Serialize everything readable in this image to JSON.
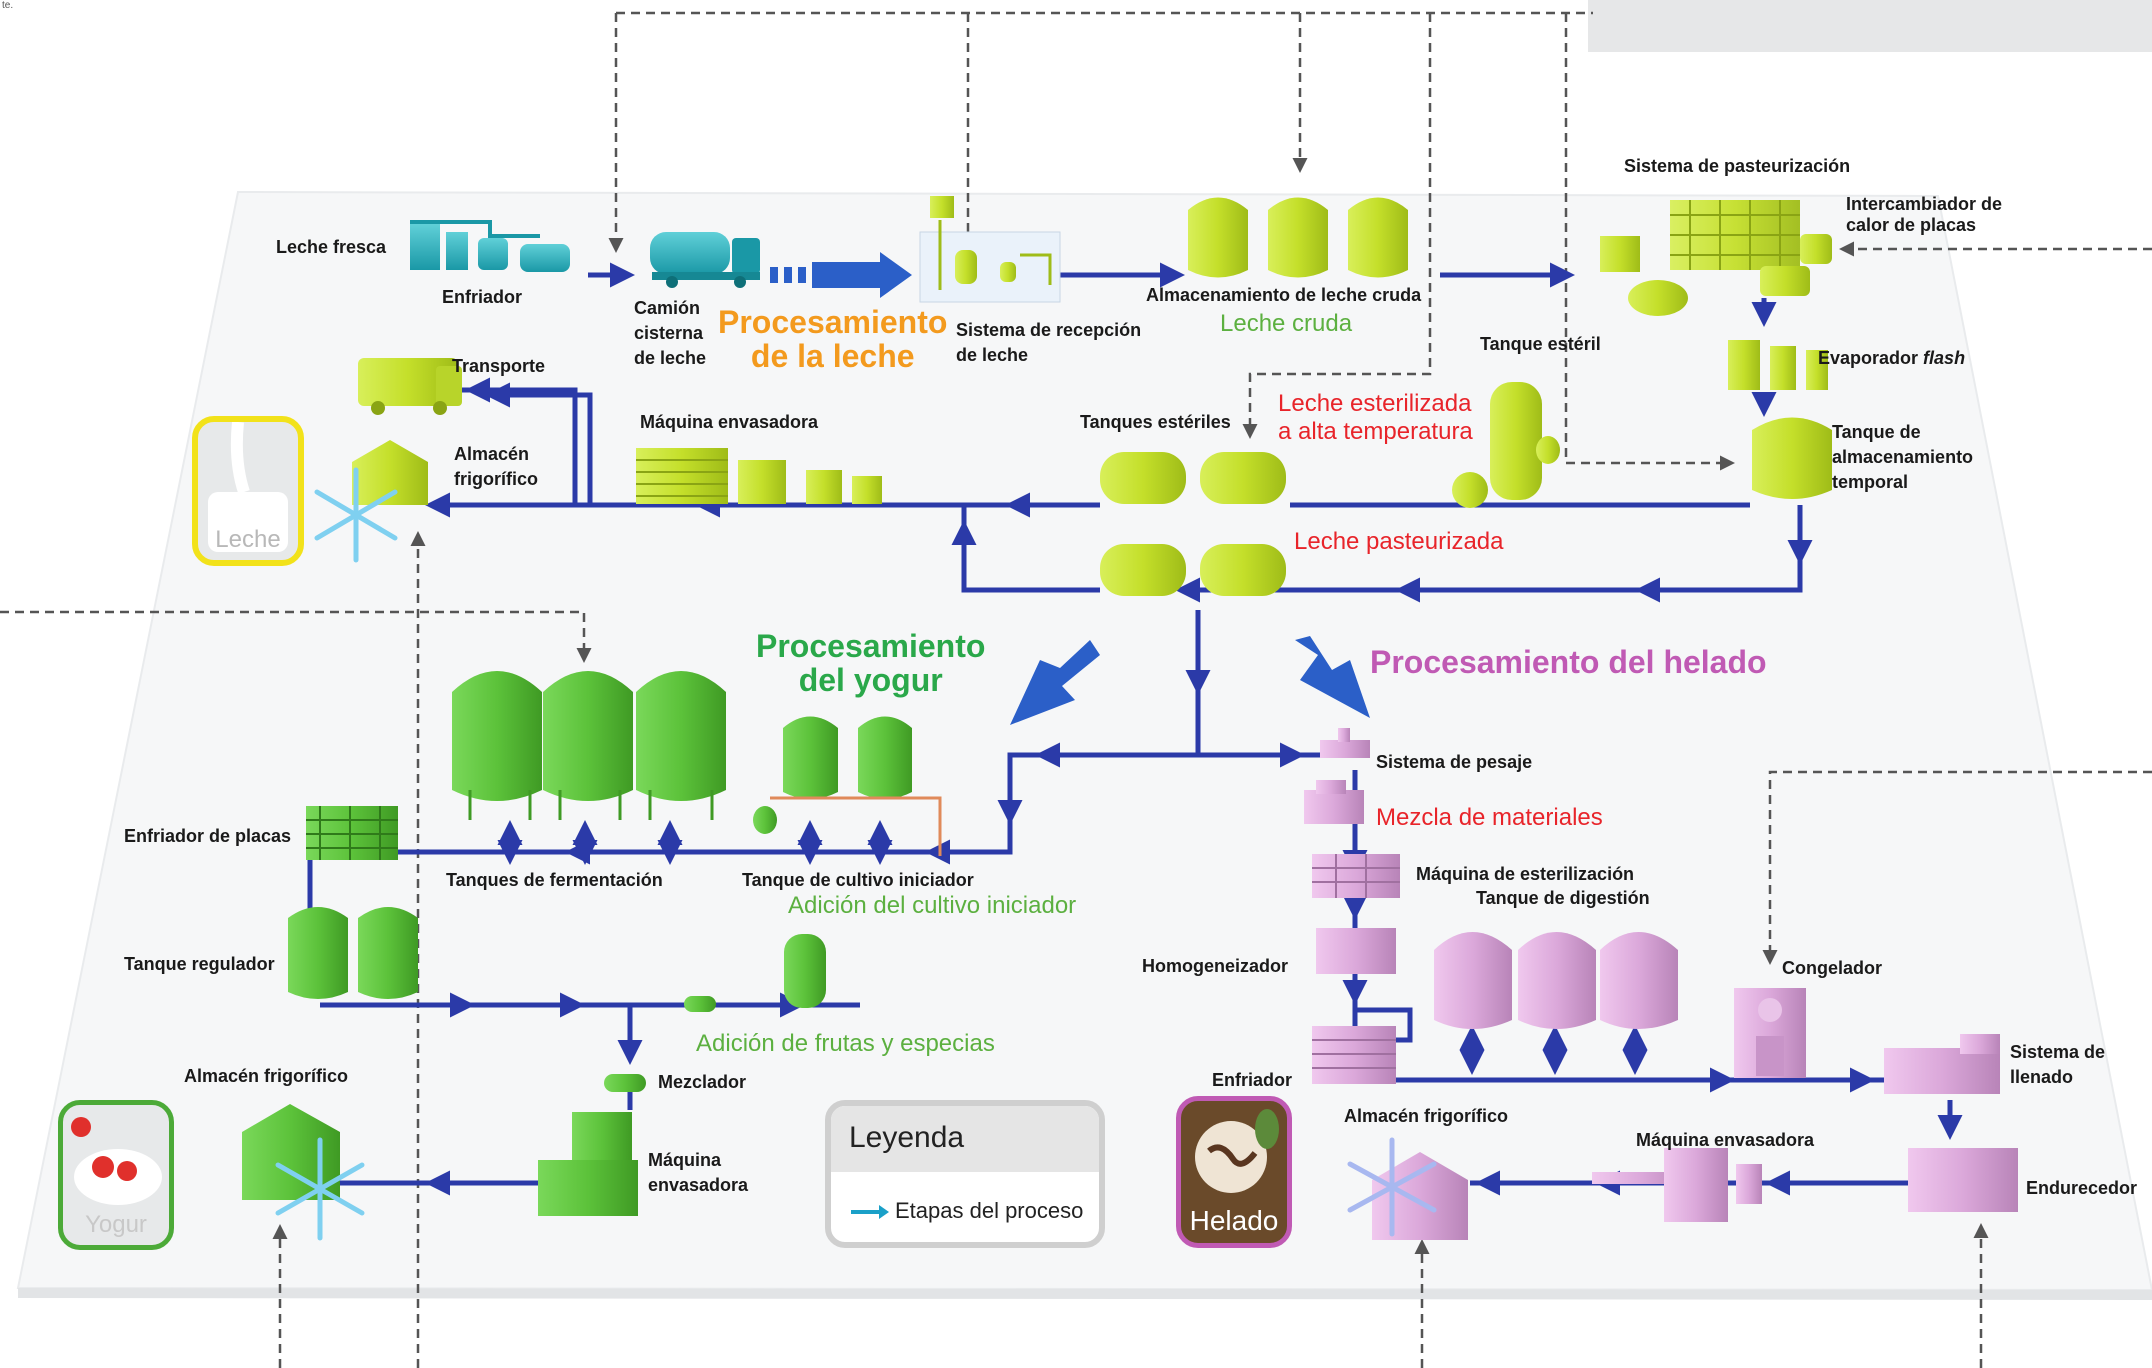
{
  "corner_text": "te.",
  "colors": {
    "pipe": "#2b3aa8",
    "milk": "#c9e43a",
    "yogurt": "#5cc23a",
    "icecream": "#d8a4d8",
    "truck": "#2ab0b8",
    "dash": "#555555",
    "title_orange": "#f39a1e",
    "title_green": "#2aa84a",
    "title_pink": "#c05ab4",
    "red_text": "#e8242a",
    "green_text": "#5cb040"
  },
  "titles": {
    "milk": "Procesamiento de la leche",
    "milk_l1": "Procesamiento",
    "milk_l2": "de la leche",
    "yogurt_l1": "Procesamiento",
    "yogurt_l2": "del yogur",
    "icecream": "Procesamiento del helado"
  },
  "milk": {
    "leche_fresca": "Leche fresca",
    "enfriador": "Enfriador",
    "camion": "Camión cisterna de leche",
    "sistema_recepcion": "Sistema de recepción de leche",
    "almacenamiento": "Almacenamiento de leche cruda",
    "leche_cruda": "Leche cruda",
    "sistema_pasteurizacion": "Sistema de pasteurización",
    "intercambiador": "Intercambiador de calor de placas",
    "tanque_esteril": "Tanque estéril",
    "evaporador": "Evaporador",
    "evaporador_flash": "flash",
    "tanque_almacenamiento": "Tanque de almacenamiento temporal",
    "transporte": "Transporte",
    "almacen_frigorifico": "Almacén frigorífico",
    "maquina_envasadora": "Máquina envasadora",
    "tanques_esteriles": "Tanques estériles",
    "leche_esterilizada_l1": "Leche esterilizada",
    "leche_esterilizada_l2": "a alta temperatura",
    "leche_pasteurizada": "Leche pasteurizada",
    "product": "Leche"
  },
  "yogurt": {
    "enfriador_placas": "Enfriador de placas",
    "tanques_fermentacion": "Tanques de fermentación",
    "tanque_cultivo": "Tanque de cultivo iniciador",
    "adicion_cultivo": "Adición del cultivo iniciador",
    "tanque_regulador": "Tanque regulador",
    "adicion_frutas": "Adición de frutas y especias",
    "mezclador": "Mezclador",
    "almacen_frigorifico": "Almacén frigorífico",
    "maquina_envasadora": "Máquina envasadora",
    "product": "Yogur"
  },
  "icecream": {
    "sistema_pesaje": "Sistema de pesaje",
    "mezcla_materiales": "Mezcla de materiales",
    "maquina_esterilizacion": "Máquina de esterilización",
    "tanque_digestion": "Tanque de digestión",
    "homogeneizador": "Homogeneizador",
    "congelador": "Congelador",
    "enfriador": "Enfriador",
    "sistema_llenado": "Sistema de llenado",
    "almacen_frigorifico": "Almacén frigorífico",
    "maquina_envasadora": "Máquina envasadora",
    "endurecedor": "Endurecedor",
    "product": "Helado"
  },
  "legend": {
    "title": "Leyenda",
    "item": "Etapas del proceso"
  }
}
